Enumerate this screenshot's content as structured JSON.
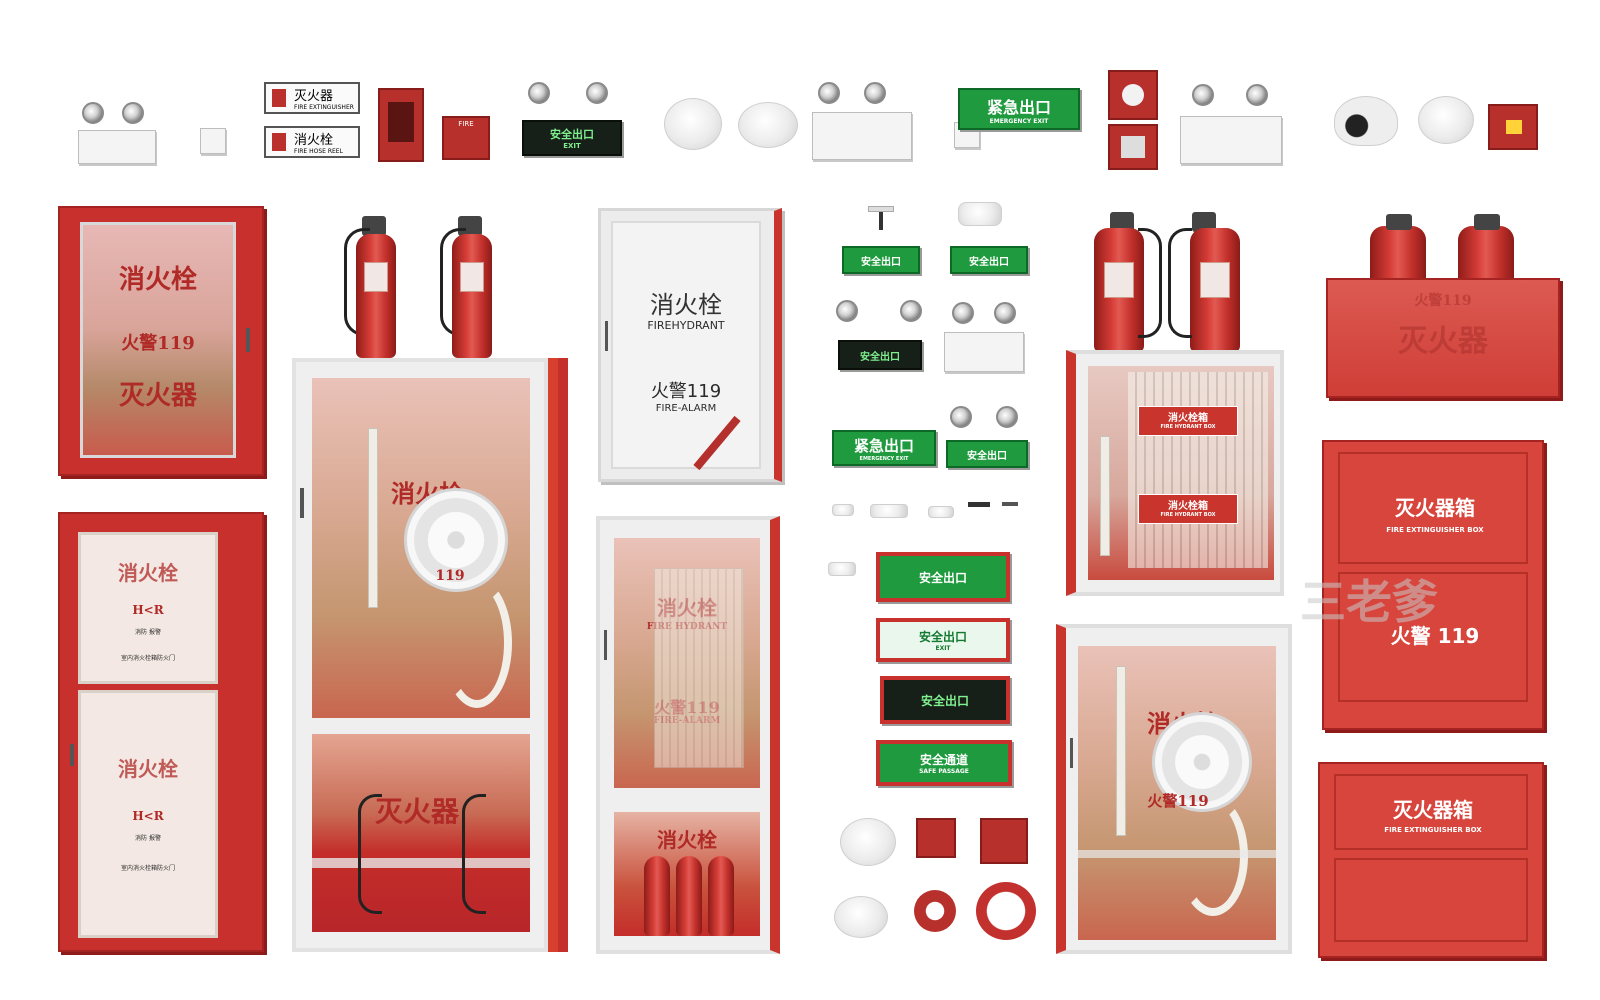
{
  "top_row": {
    "plate_extinguisher": "灭火器",
    "plate_extinguisher_sub": "FIRE EXTINGUISHER",
    "plate_hydrant": "消火栓",
    "plate_hydrant_sub": "FIRE HOSE REEL",
    "exit_sign_small": "安全出口",
    "exit_sign_small_sub": "EXIT",
    "emergency_exit_sign": "紧急出口",
    "emergency_exit_sub": "EMERGENCY EXIT",
    "fire_label": "FIRE"
  },
  "cabinet_glass_left": {
    "line1": "消火栓",
    "line2": "火警119",
    "line3": "灭火器"
  },
  "cabinet_double_left": {
    "panel_title": "消火栓",
    "panel_logo": "H<R",
    "panel_small": "消防  报警",
    "panel_footer": "室内消火栓箱防火门"
  },
  "cabinet_tall_glass": {
    "upper_label": "消火栓",
    "upper_num": "119",
    "lower_label": "灭火器"
  },
  "cabinet_white_door": {
    "title": "消火栓",
    "title_en": "FIREHYDRANT",
    "alarm": "火警119",
    "alarm_en": "FIRE-ALARM"
  },
  "cabinet_glass_mid": {
    "title": "消火栓",
    "title_en": "FIRE HYDRANT",
    "alarm": "火警119",
    "alarm_en": "FIRE-ALARM",
    "lower_label": "消火栓"
  },
  "center_signs": {
    "emergency_exit": "紧急出口",
    "emergency_exit_en": "EMERGENCY EXIT",
    "safe_exit": "安全出口",
    "safe_exit_en": "EXIT",
    "safe_passage": "安全通道",
    "safe_passage_en": "SAFE PASSAGE"
  },
  "cabinet_hydrant_right": {
    "label1": "消火栓箱",
    "label1_en": "FIRE HYDRANT BOX",
    "label2": "消火栓箱",
    "label2_en": "FIRE HYDRANT BOX"
  },
  "cabinet_glass_right": {
    "title": "消火栓",
    "alarm": "火警119"
  },
  "stand_right": {
    "line1": "火警119",
    "line2": "灭火器"
  },
  "box_tall_right": {
    "title": "灭火器箱",
    "title_en": "FIRE EXTINGUISHER BOX",
    "alarm": "火警 119"
  },
  "box_short_right": {
    "title": "灭火器箱",
    "title_en": "FIRE EXTINGUISHER BOX"
  },
  "watermark": "三老爹",
  "colors": {
    "fire_red": "#c8302d",
    "exit_green": "#1f9a3e",
    "glass_white": "#ececec"
  }
}
